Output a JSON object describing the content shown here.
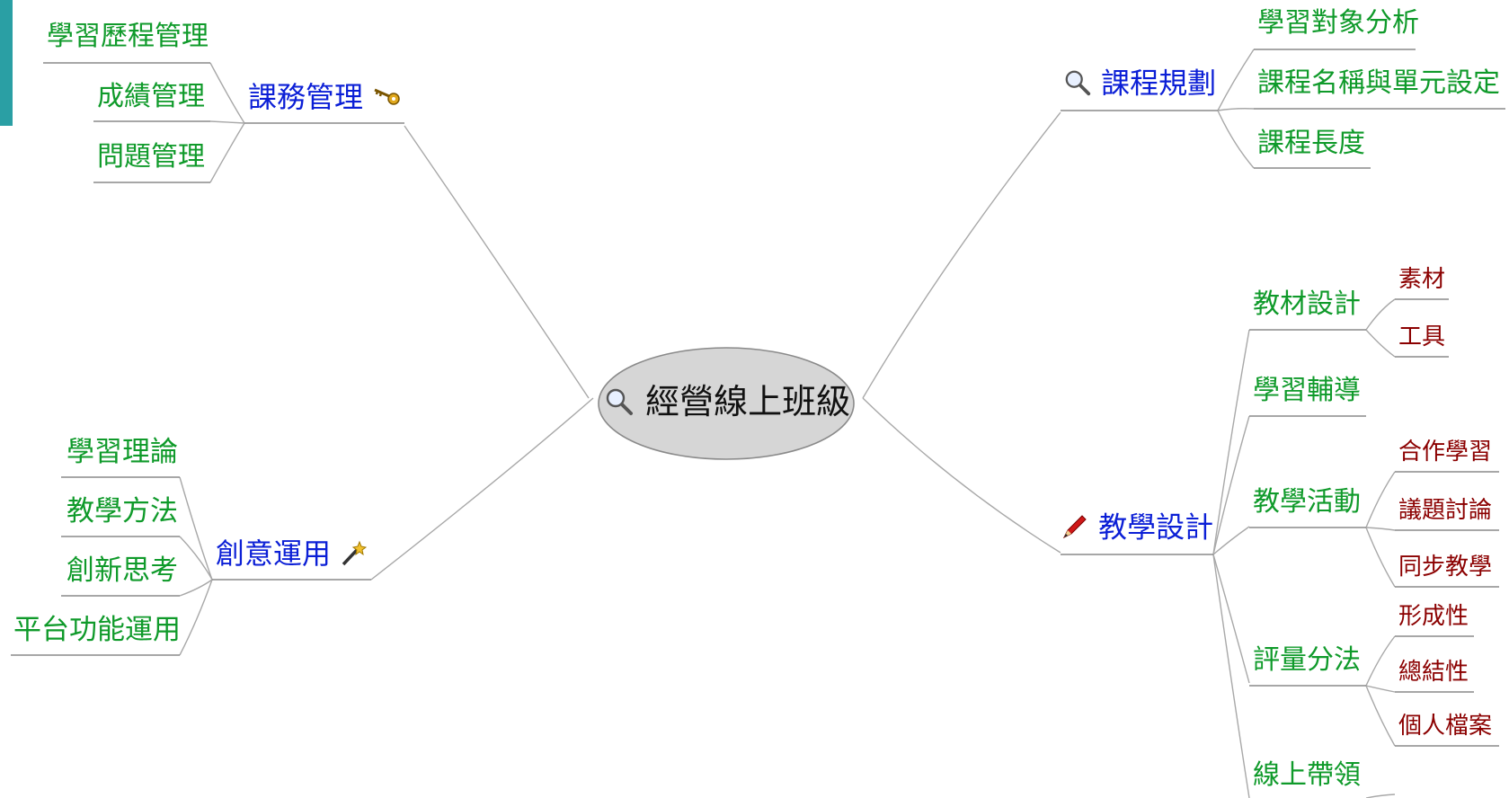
{
  "colors": {
    "branch_text": "#0b1fd6",
    "sub_text": "#0f9a2a",
    "leaf_text": "#8b0000",
    "line": "#aaaaaa",
    "center_fill": "#d6d6d6",
    "accent_bar": "#2a9fa4"
  },
  "center": {
    "label": "經營線上班級",
    "icon": "magnifier-icon"
  },
  "branches": {
    "course_management": {
      "label": "課務管理",
      "icon": "key-icon",
      "children": [
        "學習歷程管理",
        "成績管理",
        "問題管理"
      ]
    },
    "creative_use": {
      "label": "創意運用",
      "icon": "magic-wand-icon",
      "children": [
        "學習理論",
        "教學方法",
        "創新思考",
        "平台功能運用"
      ]
    },
    "course_planning": {
      "label": "課程規劃",
      "icon": "magnifier-icon",
      "children": [
        "學習對象分析",
        "課程名稱與單元設定",
        "課程長度"
      ]
    },
    "instructional_design": {
      "label": "教學設計",
      "icon": "pencil-icon",
      "children": {
        "materials": {
          "label": "教材設計",
          "leaves": [
            "素材",
            "工具"
          ]
        },
        "tutoring": {
          "label": "學習輔導"
        },
        "activities": {
          "label": "教學活動",
          "leaves": [
            "合作學習",
            "議題討論",
            "同步教學"
          ]
        },
        "assessment": {
          "label": "評量分法",
          "leaves": [
            "形成性",
            "總結性",
            "個人檔案"
          ]
        },
        "online_leading": {
          "label": "線上帶領"
        }
      }
    }
  }
}
